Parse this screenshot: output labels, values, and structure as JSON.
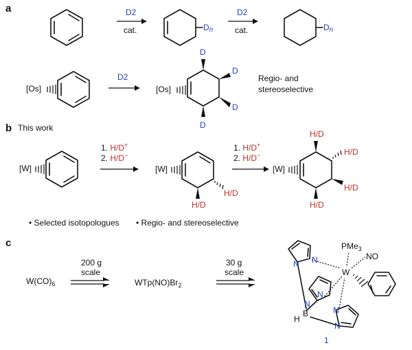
{
  "panels": {
    "a": "a",
    "b": "b",
    "c": "c"
  },
  "panel_a": {
    "arrow1_top": "D2",
    "arrow1_bottom": "cat.",
    "arrow2_top": "D2",
    "arrow2_bottom": "cat.",
    "dn_label": "Dn",
    "os_label": "[Os]",
    "arrow3_top": "D2",
    "d_label": "D",
    "selectivity_line1": "Regio- and",
    "selectivity_line2": "stereoselective"
  },
  "panel_b": {
    "title": "This work",
    "w_label": "[W]",
    "step1_line1_prefix": "1. ",
    "step1_line1_red": "H/D",
    "step1_line1_sup": "+",
    "step1_line2_prefix": "2. ",
    "step1_line2_red": "H/D",
    "step1_line2_sup": "−",
    "hd_label": "H/D",
    "bullet1": "• Selected isotopologues",
    "bullet2": "• Regio- and stereoselective"
  },
  "panel_c": {
    "start": "W(CO)6",
    "arrow1_line1": "200 g",
    "arrow1_line2": "scale",
    "intermediate": "WTp(NO)Br2",
    "arrow2_line1": "30 g",
    "arrow2_line2": "scale",
    "pme3": "PMe3",
    "no": "NO",
    "w": "W",
    "n": "N",
    "b": "B",
    "h": "H",
    "compound_number": "1"
  },
  "colors": {
    "deuterium_blue": "#1f3fbf",
    "hd_red": "#c0302a",
    "ink": "#111111"
  }
}
